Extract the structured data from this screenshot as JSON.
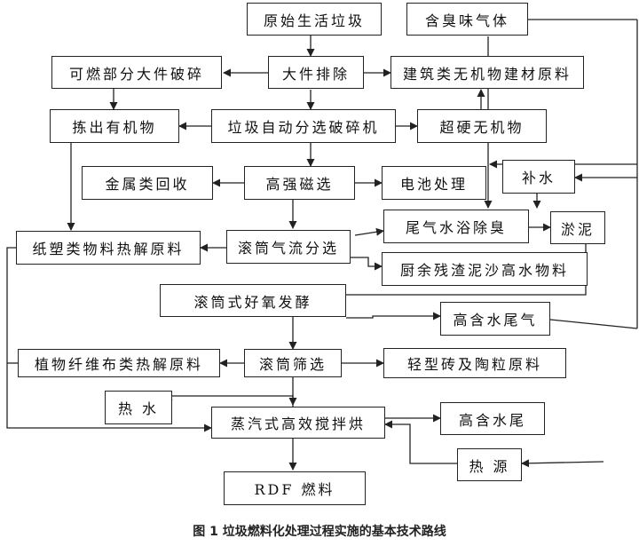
{
  "nodes": {
    "raw_garbage": "原始生活垃圾",
    "odorous_gas": "含臭味气体",
    "combustible_bulky": "可燃部分大件破碎",
    "bulky_removal": "大件排除",
    "building_materials": "建筑类无机物建材原料",
    "organic_pickout": "拣出有机物",
    "auto_sort_crusher": "垃圾自动分选破碎机",
    "hard_inorganic": "超硬无机物",
    "metal_recovery": "金属类回收",
    "magnetic_sep": "高强磁选",
    "battery": "电池处理",
    "water_supply": "补水",
    "tail_gas_wash": "尾气水浴除臭",
    "sludge": "淤泥",
    "paper_plastic": "纸塑类物料热解原料",
    "drum_airflow": "滚筒气流分选",
    "kitchen_residue": "厨余残渣泥沙高水物料",
    "drum_ferment": "滚筒式好氧发酵",
    "high_water_gas": "高含水尾气",
    "plant_fiber": "植物纤维布类热解原料",
    "drum_screen": "滚筒筛选",
    "brick_material": "轻型砖及陶粒原料",
    "hot_water": "热 水",
    "steam_dryer": "蒸汽式高效搅拌烘",
    "high_water_tail": "高含水尾",
    "heat_source": "热 源",
    "rdf_fuel": "RDF 燃料"
  },
  "caption": "图 1 垃圾燃料化处理过程实施的基本技术路线"
}
